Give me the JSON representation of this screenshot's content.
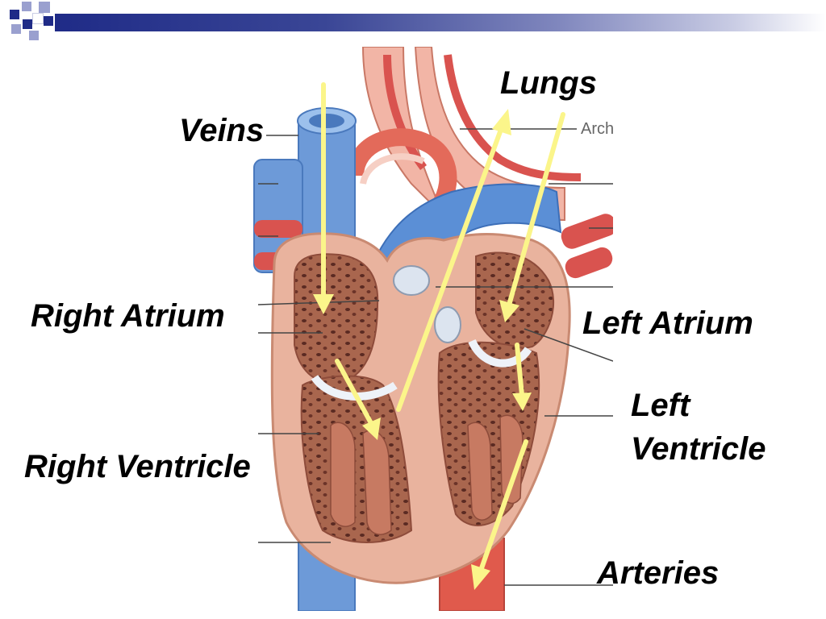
{
  "slide": {
    "accent_dark": "#1f2b87",
    "accent_light": "#9aa0cf",
    "arrow_color": "#fbf58a"
  },
  "labels": {
    "lungs": "Lungs",
    "veins": "Veins",
    "right_atrium": "Right Atrium",
    "left_atrium": "Left Atrium",
    "left_ventricle_line1": "Left",
    "left_ventricle_line2": "Ventricle",
    "right_ventricle": "Right Ventricle",
    "arteries": "Arteries"
  },
  "diagram_labels": {
    "arch": "Arch"
  }
}
